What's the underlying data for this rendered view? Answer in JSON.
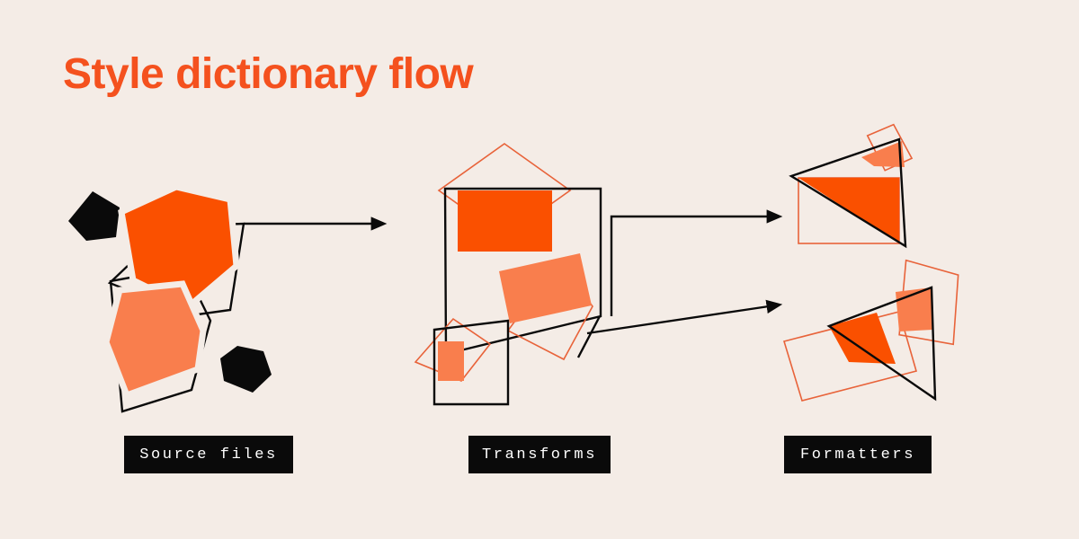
{
  "page": {
    "title": "Style dictionary flow",
    "background_color": "#f4ece6"
  },
  "colors": {
    "background": "#f4ece6",
    "orange": "#fa5000",
    "title_orange": "#f4511e",
    "salmon": "#f97e4d",
    "salmon_light": "#fa8c5e",
    "outline_orange": "#e8633a",
    "black": "#0a0a0a",
    "chip_background": "#0a0a0a",
    "chip_text": "#ffffff"
  },
  "stages": [
    {
      "id": "source-files",
      "label": "Source files",
      "shapes": [
        {
          "name": "black-pentagon-small-top",
          "kind": "filled-pentagon",
          "fill": "#0a0a0a"
        },
        {
          "name": "orange-pentagon-large",
          "kind": "filled-pentagon",
          "fill": "#fa5000"
        },
        {
          "name": "outlined-pentagon",
          "kind": "outline-pentagon",
          "stroke": "#0a0a0a"
        },
        {
          "name": "salmon-pentagon",
          "kind": "filled-pentagon",
          "fill": "#f97e4d"
        },
        {
          "name": "black-pentagon-small-bottom",
          "kind": "filled-pentagon",
          "fill": "#0a0a0a"
        }
      ]
    },
    {
      "id": "transforms",
      "label": "Transforms",
      "shapes": [
        {
          "name": "orange-diamond-outline-top",
          "kind": "outline-diamond",
          "stroke": "#e8633a"
        },
        {
          "name": "black-square-outline-large",
          "kind": "outline-polygon",
          "stroke": "#0a0a0a"
        },
        {
          "name": "orange-rectangle-filled",
          "kind": "filled-rect",
          "fill": "#fa5000"
        },
        {
          "name": "salmon-rectangle-rotated",
          "kind": "filled-rect",
          "fill": "#f97e4d"
        },
        {
          "name": "black-square-outline-small",
          "kind": "outline-square",
          "stroke": "#0a0a0a"
        },
        {
          "name": "orange-diamond-outline-bottom",
          "kind": "outline-diamond",
          "stroke": "#e8633a"
        },
        {
          "name": "salmon-rectangle-small",
          "kind": "filled-rect",
          "fill": "#f97e4d"
        }
      ]
    },
    {
      "id": "formatters",
      "label": "Formatters",
      "shapes": [
        {
          "name": "black-triangle-outline-top",
          "kind": "outline-triangle",
          "stroke": "#0a0a0a"
        },
        {
          "name": "orange-rectangle-outline-top",
          "kind": "outline-rect",
          "stroke": "#e8633a"
        },
        {
          "name": "orange-intersection-top",
          "kind": "filled-polygon",
          "fill": "#fa5000"
        },
        {
          "name": "salmon-intersection-top",
          "kind": "filled-polygon",
          "fill": "#f97e4d"
        },
        {
          "name": "black-triangle-outline-bottom",
          "kind": "outline-triangle",
          "stroke": "#0a0a0a"
        },
        {
          "name": "orange-rectangle-outline-bottom-left",
          "kind": "outline-rect",
          "stroke": "#e8633a"
        },
        {
          "name": "orange-rectangle-outline-bottom-right",
          "kind": "outline-rect",
          "stroke": "#e8633a"
        },
        {
          "name": "orange-intersection-bottom",
          "kind": "filled-polygon",
          "fill": "#fa5000"
        },
        {
          "name": "salmon-intersection-bottom",
          "kind": "filled-polygon",
          "fill": "#f97e4d"
        }
      ]
    }
  ],
  "arrows": [
    {
      "name": "arrow-source-to-transforms",
      "from_stage": "source-files",
      "to_stage": "transforms"
    },
    {
      "name": "arrow-transforms-to-formatters-top",
      "from_stage": "transforms",
      "to_stage": "formatters"
    },
    {
      "name": "arrow-transforms-to-formatters-bottom",
      "from_stage": "transforms",
      "to_stage": "formatters"
    }
  ]
}
